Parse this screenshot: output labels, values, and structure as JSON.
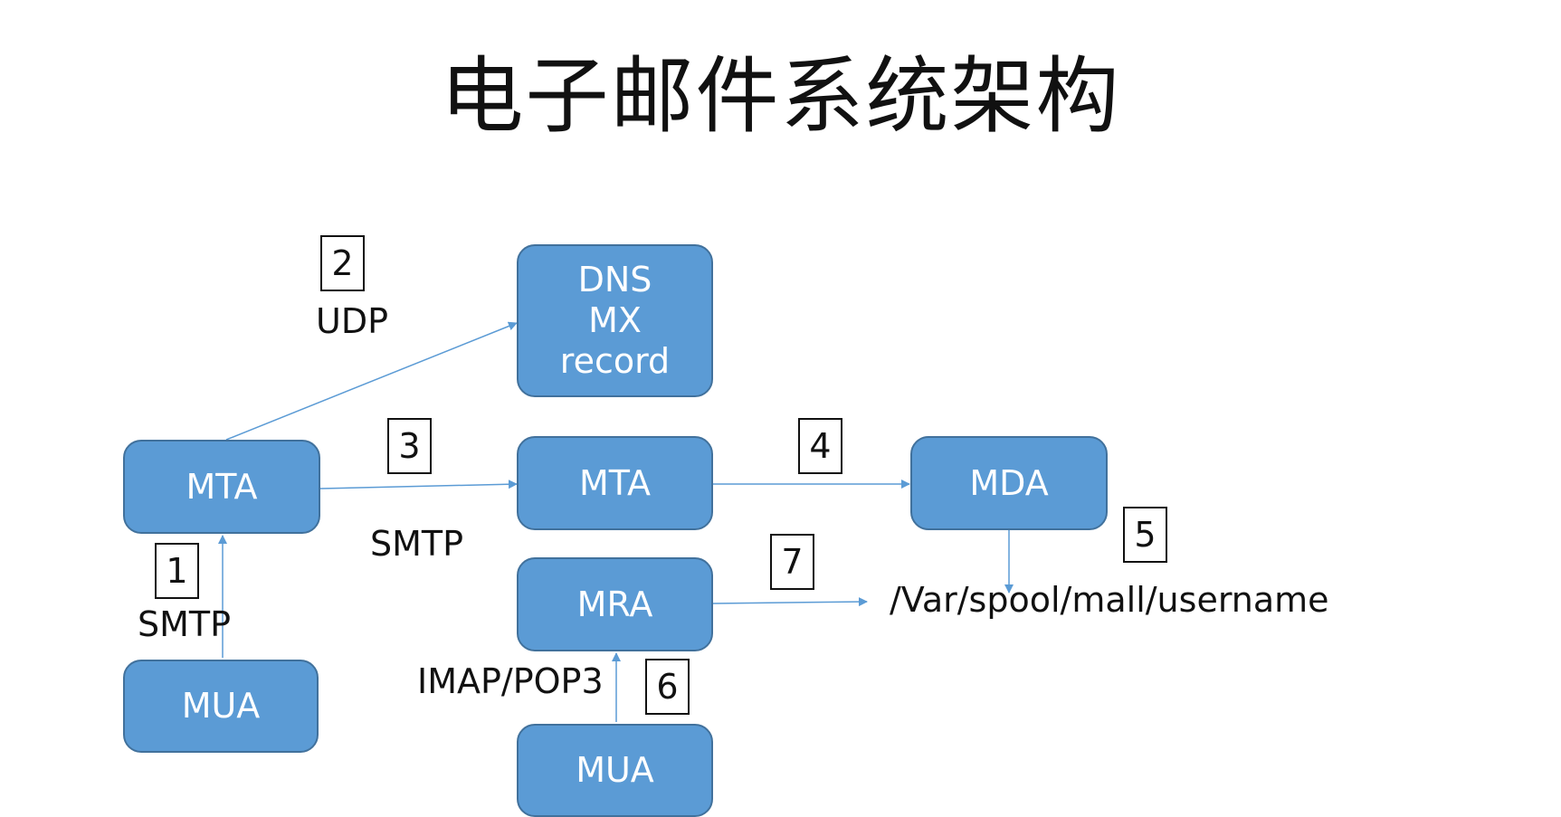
{
  "title": "电子邮件系统架构",
  "nodes": {
    "dns": "DNS\nMX\nrecord",
    "mta_left": "MTA",
    "mta_center": "MTA",
    "mda": "MDA",
    "mra": "MRA",
    "mua_left": "MUA",
    "mua_center": "MUA"
  },
  "steps": [
    "1",
    "2",
    "3",
    "4",
    "5",
    "6",
    "7"
  ],
  "labels": {
    "udp": "UDP",
    "smtp_mta": "SMTP",
    "smtp_mua": "SMTP",
    "imap_pop3": "IMAP/POP3",
    "spool_path": "/Var/spool/mall/username"
  },
  "colors": {
    "node_fill": "#5b9bd5",
    "node_border": "#41719c",
    "arrow": "#5b9bd5"
  }
}
